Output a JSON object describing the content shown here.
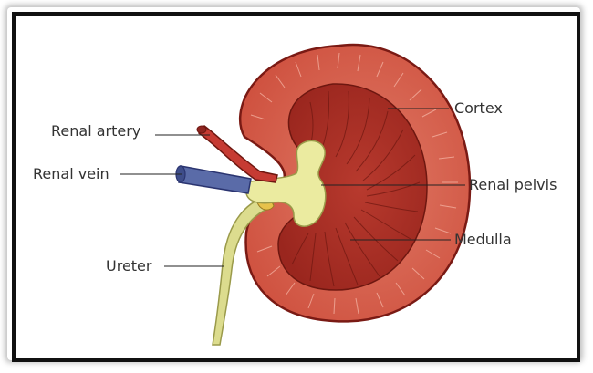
{
  "diagram": {
    "labels": {
      "renal_artery": "Renal artery",
      "renal_vein": "Renal vein",
      "ureter": "Ureter",
      "cortex": "Cortex",
      "renal_pelvis": "Renal pelvis",
      "medulla": "Medulla"
    },
    "colors": {
      "cortex": "#d85a48",
      "cortex_outline": "#7a1a14",
      "medulla": "#a52b22",
      "pelvis": "#e7e79a",
      "ureter": "#dcdc8e",
      "artery": "#c63b33",
      "vein": "#5a6ba8",
      "frame": "#111111"
    }
  }
}
